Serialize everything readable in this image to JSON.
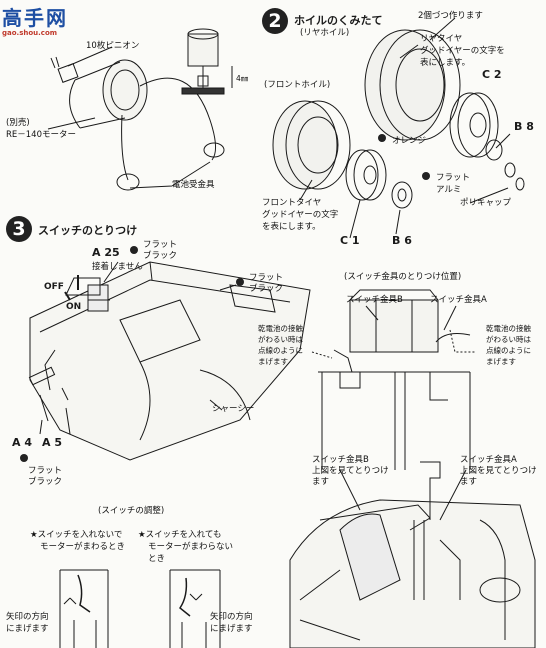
{
  "logo": {
    "mark": "高手网",
    "url": "gao.shou.com"
  },
  "section1": {
    "pinion": "10枚ピニオン",
    "motor_a": "(別売)",
    "motor_b": "RE－140モーター",
    "battery_terminal": "電池受金具",
    "dim": "4㎜"
  },
  "section2": {
    "num": "2",
    "title": "ホイルのくみたて",
    "rear_wheel": "(リヤホイル)",
    "two_each": "2個づつ作ります",
    "rear_tire": "リヤタイヤ",
    "goodyear_rear": "グッドイヤーの文字を",
    "front_side_rear": "表にします。",
    "c2": "C 2",
    "b8": "B 8",
    "orange": "オレンジ",
    "flat_alumi_1": "フラット",
    "flat_alumi_2": "アルミ",
    "polycap": "ポリキャップ",
    "front_wheel": "(フロントホイル)",
    "front_tire": "フロントタイヤ",
    "goodyear_front": "グッドイヤーの文字",
    "front_side_front": "を表にします。",
    "c1": "C 1",
    "b6": "B 6"
  },
  "section3": {
    "num": "3",
    "title": "スイッチのとりつけ",
    "a25": "A 25",
    "flat_black_1a": "フラット",
    "flat_black_1b": "ブラック",
    "no_glue": "接着しません",
    "flat_black_2a": "フラット",
    "flat_black_2b": "ブラック",
    "off": "OFF",
    "on": "ON",
    "chassis": "シャーシー",
    "a4": "A 4",
    "a5": "A 5",
    "flat_black_3a": "フラット",
    "flat_black_3b": "ブラック",
    "switch_pos": "(スイッチ金具のとりつけ位置)",
    "switch_b": "スイッチ金具B",
    "switch_a": "スイッチ金具A",
    "left_note_1": "乾電池の接触",
    "left_note_2": "がわるい時は",
    "left_note_3": "点線のように",
    "left_note_4": "まげます",
    "right_note_1": "乾電池の接触",
    "right_note_2": "がわるい時は",
    "right_note_3": "点線のように",
    "right_note_4": "まげます",
    "switch_b2": "スイッチ金具B",
    "switch_b2_note_1": "上図を見てとりつけ",
    "switch_b2_note_2": "ます",
    "switch_a2": "スイッチ金具A",
    "switch_a2_note_1": "上図を見てとりつけ",
    "switch_a2_note_2": "ます",
    "adjust": "(スイッチの調整)",
    "adj1_1": "★スイッチを入れないで",
    "adj1_2": "モーターがまわるとき",
    "adj2_1": "★スイッチを入れても",
    "adj2_2": "モーターがまわらない",
    "adj2_3": "とき",
    "arrow1_1": "矢印の方向",
    "arrow1_2": "にまげます",
    "arrow2_1": "矢印の方向",
    "arrow2_2": "にまげます"
  }
}
